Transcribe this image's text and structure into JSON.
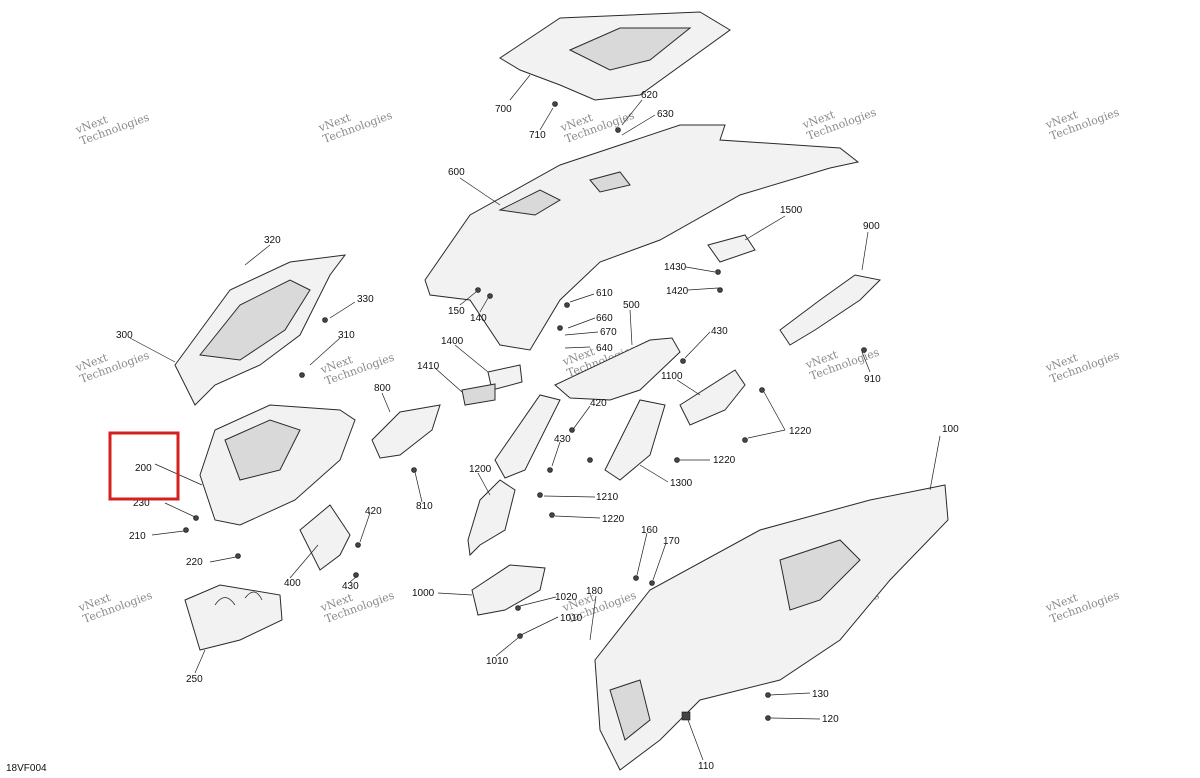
{
  "diagram": {
    "code": "18VF004",
    "callouts": [
      {
        "id": "c700",
        "text": "700"
      },
      {
        "id": "c620",
        "text": "620"
      },
      {
        "id": "c630",
        "text": "630"
      },
      {
        "id": "c710",
        "text": "710"
      },
      {
        "id": "c600",
        "text": "600"
      },
      {
        "id": "c320",
        "text": "320"
      },
      {
        "id": "c330",
        "text": "330"
      },
      {
        "id": "c310",
        "text": "310"
      },
      {
        "id": "c300",
        "text": "300"
      },
      {
        "id": "c1500",
        "text": "1500"
      },
      {
        "id": "c900",
        "text": "900"
      },
      {
        "id": "c1430",
        "text": "1430"
      },
      {
        "id": "c1420",
        "text": "1420"
      },
      {
        "id": "c150",
        "text": "150"
      },
      {
        "id": "c140",
        "text": "140"
      },
      {
        "id": "c610",
        "text": "610"
      },
      {
        "id": "c500",
        "text": "500"
      },
      {
        "id": "c660",
        "text": "660"
      },
      {
        "id": "c670",
        "text": "670"
      },
      {
        "id": "c640",
        "text": "640"
      },
      {
        "id": "c430a",
        "text": "430"
      },
      {
        "id": "c910",
        "text": "910"
      },
      {
        "id": "c1400",
        "text": "1400"
      },
      {
        "id": "c1410",
        "text": "1410"
      },
      {
        "id": "c800",
        "text": "800"
      },
      {
        "id": "c1100",
        "text": "1100"
      },
      {
        "id": "c420a",
        "text": "420"
      },
      {
        "id": "c430b",
        "text": "430"
      },
      {
        "id": "c1220a",
        "text": "1220"
      },
      {
        "id": "c200",
        "text": "200"
      },
      {
        "id": "c1220b",
        "text": "1220"
      },
      {
        "id": "c100",
        "text": "100"
      },
      {
        "id": "c1200",
        "text": "1200"
      },
      {
        "id": "c1300",
        "text": "1300"
      },
      {
        "id": "c1210",
        "text": "1210"
      },
      {
        "id": "c810",
        "text": "810"
      },
      {
        "id": "c230",
        "text": "230"
      },
      {
        "id": "c420b",
        "text": "420"
      },
      {
        "id": "c1220c",
        "text": "1220"
      },
      {
        "id": "c210",
        "text": "210"
      },
      {
        "id": "c220",
        "text": "220"
      },
      {
        "id": "c160",
        "text": "160"
      },
      {
        "id": "c170",
        "text": "170"
      },
      {
        "id": "c400",
        "text": "400"
      },
      {
        "id": "c430c",
        "text": "430"
      },
      {
        "id": "c1000",
        "text": "1000"
      },
      {
        "id": "c1020",
        "text": "1020"
      },
      {
        "id": "c180",
        "text": "180"
      },
      {
        "id": "c1010a",
        "text": "1010"
      },
      {
        "id": "c1010b",
        "text": "1010"
      },
      {
        "id": "c250",
        "text": "250"
      },
      {
        "id": "c130",
        "text": "130"
      },
      {
        "id": "c120",
        "text": "120"
      },
      {
        "id": "c110",
        "text": "110"
      }
    ],
    "watermark_line1": "vNext",
    "watermark_line2": "Technologies",
    "highlight_color": "#d62020"
  }
}
